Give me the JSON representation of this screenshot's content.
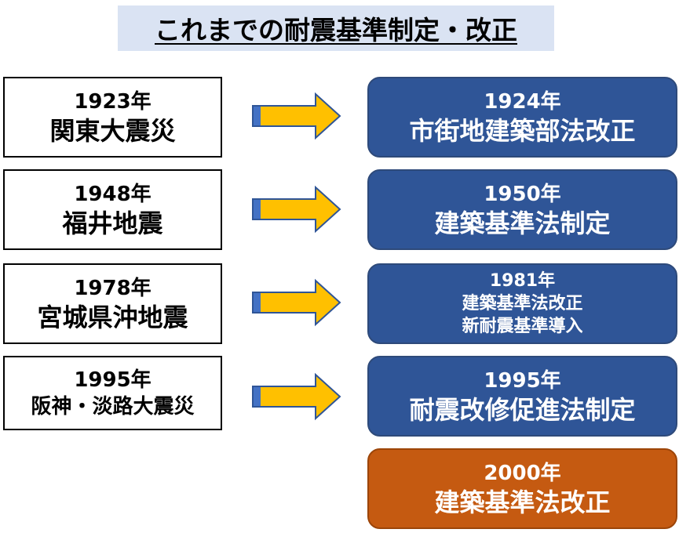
{
  "title": "これまでの耐震基準制定・改正",
  "colors": {
    "title_bg": "#dae3f3",
    "law_box": "#2f5597",
    "law_box_2000": "#c55a11",
    "arrow_fill": "#ffc000"
  },
  "rows": [
    {
      "event": {
        "year": "1923年",
        "name": "関東大震災"
      },
      "law": {
        "year": "1924年",
        "name": "市街地建築部法改正"
      }
    },
    {
      "event": {
        "year": "1948年",
        "name": "福井地震"
      },
      "law": {
        "year": "1950年",
        "name": "建築基準法制定"
      }
    },
    {
      "event": {
        "year": "1978年",
        "name": "宮城県沖地震"
      },
      "law": {
        "year": "1981年",
        "lines": [
          "建築基準法改正",
          "新耐震基準導入"
        ]
      }
    },
    {
      "event": {
        "year": "1995年",
        "name": "阪神・淡路大震災"
      },
      "law": {
        "year": "1995年",
        "name": "耐震改修促進法制定"
      }
    }
  ],
  "final_law": {
    "year": "2000年",
    "name": "建築基準法改正"
  }
}
